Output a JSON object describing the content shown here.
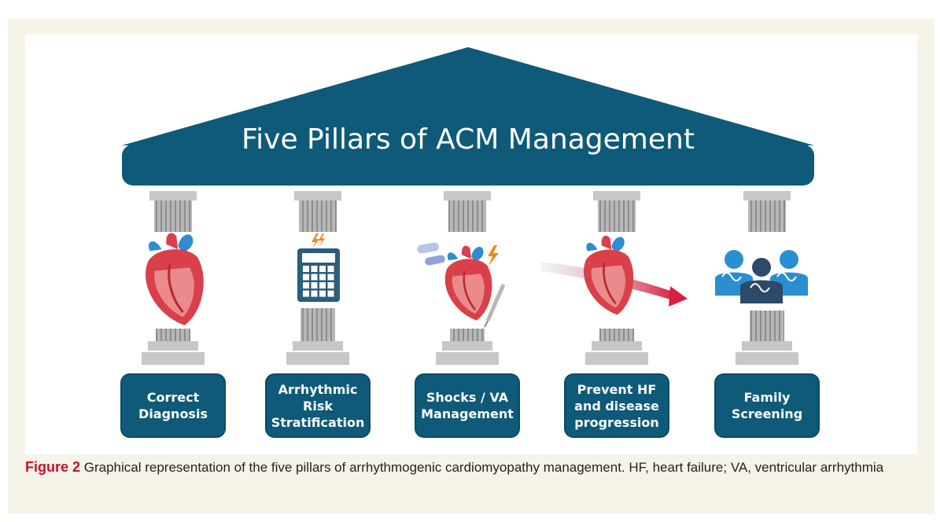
{
  "title": "Five Pillars of ACM Management",
  "pillars": [
    {
      "label": "Correct Diagnosis",
      "icon": "heart-icon"
    },
    {
      "label": "Arrhythmic Risk Stratification",
      "icon": "calculator-icon"
    },
    {
      "label": "Shocks / VA Management",
      "icon": "heart-pills-syringe-icon"
    },
    {
      "label": "Prevent HF and disease progression",
      "icon": "heart-arrow-icon"
    },
    {
      "label": "Family Screening",
      "icon": "family-dna-icon"
    }
  ],
  "caption": {
    "label": "Figure 2",
    "text": " Graphical representation of the five pillars of arrhythmogenic cardiomyopathy management. HF, heart failure; VA, ventricular arrhythmia"
  },
  "colors": {
    "roof": "#0e5a78",
    "label_box": "#0e5a78",
    "column": "#a9a9a9",
    "base": "#c7c7c7",
    "heart_red": "#d9404a",
    "heart_blue": "#2f8ccf",
    "caption_label": "#c8102e",
    "background": "#f6f4e8"
  }
}
